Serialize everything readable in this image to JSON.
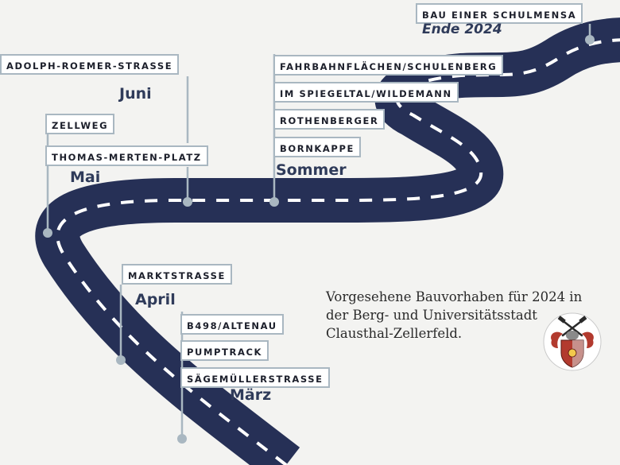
{
  "labels": {
    "bau_schulmensa": "BAU EINER SCHULMENSA",
    "adolph_roemer": "ADOLPH-ROEMER-STRASSE",
    "fahrbahnflaechen": "FAHRBAHNFLÄCHEN/SCHULENBERG",
    "spiegeltal": "IM SPIEGELTAL/WILDEMANN",
    "zellweg": "ZELLWEG",
    "rothenberger": "ROTHENBERGER",
    "thomas_merten": "THOMAS-MERTEN-PLATZ",
    "bornkappe": "BORNKAPPE",
    "marktstrasse": "MARKTSTRASSE",
    "b498": "B498/ALTENAU",
    "pumptrack": "PUMPTRACK",
    "saegemueller": "SÄGEMÜLLERSTRASSE"
  },
  "periods": {
    "ende_2024": "Ende 2024",
    "juni": "Juni",
    "mai": "Mai",
    "sommer": "Sommer",
    "april": "April",
    "maerz": "März"
  },
  "caption": {
    "line1": "Vorgesehene Bauvorhaben für 2024 in",
    "line2": "der Berg- und Universitätsstadt",
    "line3": "Clausthal-Zellerfeld."
  },
  "colors": {
    "road": "#263056",
    "lane_marking": "#ffffff",
    "tag_border": "#a9b7c1",
    "connector": "#a9b7c1",
    "period_text": "#2f3b5a",
    "background": "#f3f3f1"
  }
}
